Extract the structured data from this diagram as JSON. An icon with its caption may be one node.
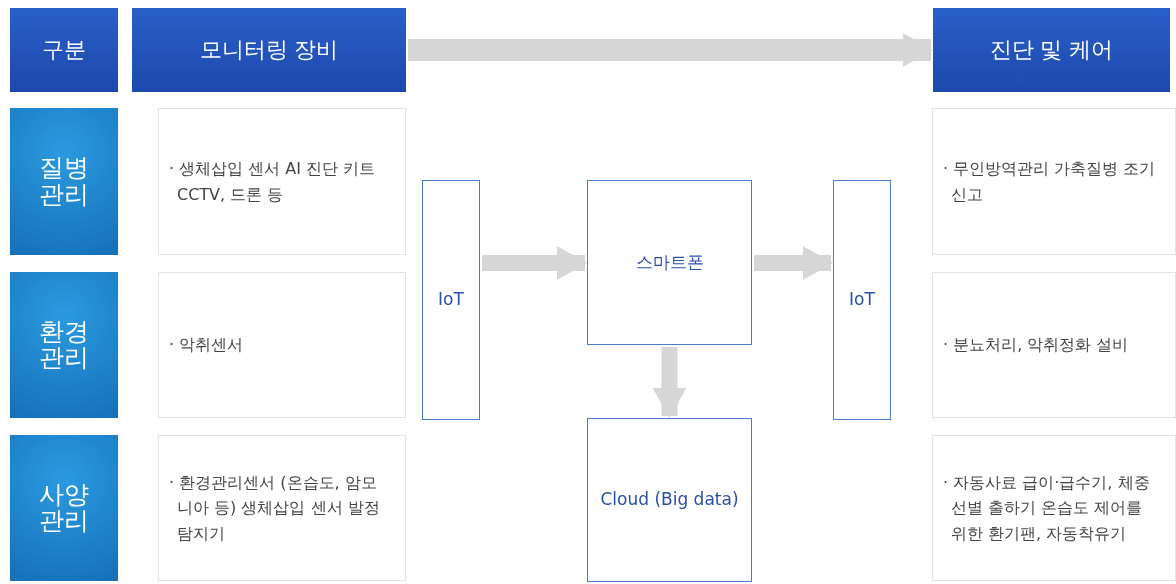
{
  "diagram": {
    "nodes": [
      {
        "text": [
          "구분"
        ]
      },
      {
        "text": [
          "모니터링 장비"
        ]
      },
      {
        "text": [
          "진단 및 케어"
        ]
      },
      {
        "text": [
          "질병 관리"
        ]
      },
      {
        "text": [
          "· 생체삽입 센서 AI 진단 키트 CCTV, 드론 등"
        ]
      },
      {
        "text": [
          "· 무인방역관리 가축질병 조기 신고"
        ]
      },
      {
        "text": [
          "환경 관리"
        ]
      },
      {
        "text": [
          "· 악취센서"
        ]
      },
      {
        "text": [
          "IoT"
        ]
      },
      {
        "text": [
          "스마트폰"
        ]
      },
      {
        "text": [
          "IoT"
        ]
      },
      {
        "text": [
          "· 분뇨처리, 악취정화 설비"
        ]
      },
      {
        "text": [
          "사양 관리"
        ]
      },
      {
        "text": [
          "· 환경관리센서 (온습도, 암모니아 등) 생체삽입 센서 발정 탐지기"
        ]
      },
      {
        "text": [
          "Cloud (Big data)"
        ]
      },
      {
        "text": [
          "· 자동사료 급이·급수기, 체중 선별 출하기 온습도 제어를 위한 환기팬, 자동착유기"
        ]
      }
    ],
    "edges": [
      {
        "from": 1,
        "to": 2,
        "arrow": "to"
      },
      {
        "from": 8,
        "to": 9,
        "arrow": "to"
      },
      {
        "from": 9,
        "to": 10,
        "arrow": "to"
      },
      {
        "from": 9,
        "to": 14,
        "arrow": "to"
      }
    ]
  }
}
